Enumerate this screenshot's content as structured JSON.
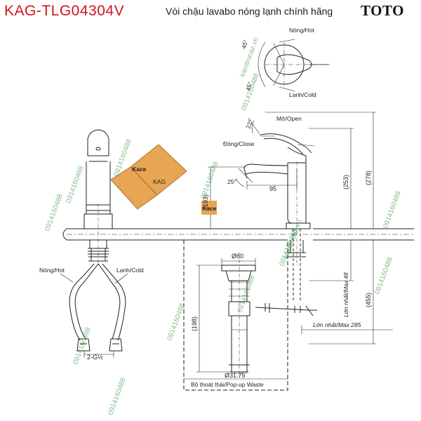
{
  "header": {
    "product_code": "KAG-TLG04304V",
    "description": "Vòi chậu lavabo nóng lạnh chính hãng",
    "brand": "TOTO"
  },
  "labels": {
    "hot_top": "Nóng/Hot",
    "cold_top": "Lạnh/Cold",
    "angle_hot": "45°",
    "angle_cold": "45°",
    "open": "Mở/Open",
    "close": "Đóng/Close",
    "angle_open": "22°",
    "angle_spout": "25°",
    "dim_95": "95",
    "dim_193": "(193)",
    "dim_253": "(253)",
    "dim_278": "(278)",
    "dim_455": "(455)",
    "dim_198": "(198)",
    "dia_60": "Ø60",
    "dia_3175": "Ø31.75",
    "max_48": "Lớn nhất/Max 48",
    "max_285": "Lớn nhất/Max 285",
    "hot_hose": "Nóng/Hot",
    "cold_hose": "Lạnh/Cold",
    "thread": "2-G½",
    "popup": "Bộ thoát thải/Pop-up Waste",
    "logo_kace": "Kace",
    "logo_kag": "KAG",
    "logo_kace2": "Kace"
  },
  "watermark": {
    "phone": "0914160488",
    "site": "kientrucaz.vn"
  },
  "colors": {
    "title_red": "#d0141a",
    "line": "#222222",
    "logo_orange": "#e8a552",
    "logo_red": "#c8281e",
    "watermark_green": "#1e8a2e"
  }
}
